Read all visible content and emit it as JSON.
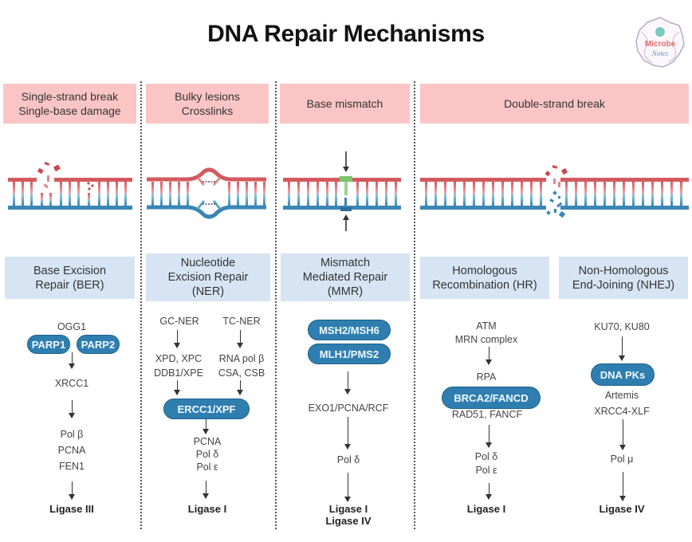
{
  "title": "DNA Repair Mechanisms",
  "logo": {
    "line1": "Microbe",
    "line2": "Notes"
  },
  "colors": {
    "damage_header": "#fcc5c5",
    "pathway_header": "#d6e4f3",
    "protein_pill": "#2e7fb0",
    "strand_top": "#d35a5f",
    "strand_bottom": "#3a86b4",
    "mismatch_base": "#7dc36b"
  },
  "damage_types": [
    {
      "label": "Single-strand break\nSingle-base damage"
    },
    {
      "label": "Bulky lesions\nCrosslinks"
    },
    {
      "label": "Base mismatch"
    },
    {
      "label": "Double-strand break"
    }
  ],
  "pathways": {
    "ber": {
      "label": "Base Excision\nRepair (BER)",
      "step1": "OGG1",
      "pills": [
        "PARP1",
        "PARP2"
      ],
      "step2": "XRCC1",
      "step3": "Pol β\nPCNA\nFEN1",
      "ligase": "Ligase III"
    },
    "ner": {
      "label": "Nucleotide\nExcision Repair\n(NER)",
      "branch_left": "GC-NER",
      "branch_right": "TC-NER",
      "left_step": "XPD, XPC\nDDB1/XPE",
      "right_step": "RNA pol β\nCSA, CSB",
      "pill": "ERCC1/XPF",
      "step3": "PCNA\nPol δ\nPol ε",
      "ligase": "Ligase I"
    },
    "mmr": {
      "label": "Mismatch\nMediated Repair\n(MMR)",
      "pills": [
        "MSH2/MSH6",
        "MLH1/PMS2"
      ],
      "step2": "EXO1/PCNA/RCF",
      "step3": "Pol δ",
      "ligase": "Ligase I\nLigase IV"
    },
    "hr": {
      "label": "Homologous\nRecombination (HR)",
      "step1": "ATM\nMRN complex",
      "step2": "RPA",
      "pill": "BRCA2/FANCD",
      "step3": "RAD51, FANCF",
      "step4": "Pol δ\nPol ε",
      "ligase": "Ligase I"
    },
    "nhej": {
      "label": "Non-Homologous\nEnd-Joining (NHEJ)",
      "step1": "KU70, KU80",
      "pill": "DNA PKs",
      "step2": "Artemis\nXRCC4-XLF",
      "step3": "Pol μ",
      "ligase": "Ligase IV"
    }
  }
}
